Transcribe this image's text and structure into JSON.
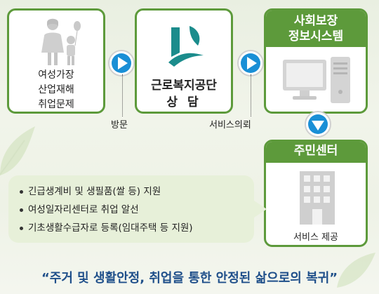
{
  "person": {
    "lines": [
      "여성가장",
      "산업재해",
      "취업문제"
    ]
  },
  "kcomwel": {
    "name": "근로복지공단",
    "sub": "상 담"
  },
  "social_system": {
    "title_line1": "사회보장",
    "title_line2": "정보시스템"
  },
  "community_center": {
    "title": "주민센터",
    "caption": "서비스 제공"
  },
  "connectors": {
    "visit": "방문",
    "request": "서비스의뢰"
  },
  "services": [
    "긴급생계비 및 생필품(쌀 등) 지원",
    "여성일자리센터로 취업 알선",
    "기초생활수급자로 등록(임대주택 등 지원)"
  ],
  "slogan": "“주거 및 생활안정, 취업을 통한 안정된 삶으로의 복귀”",
  "colors": {
    "frame_green": "#5d9a3b",
    "arrow_blue": "#1a8fd6",
    "slogan_blue": "#1f4f8a",
    "logo_teal": "#1b8c8c"
  }
}
